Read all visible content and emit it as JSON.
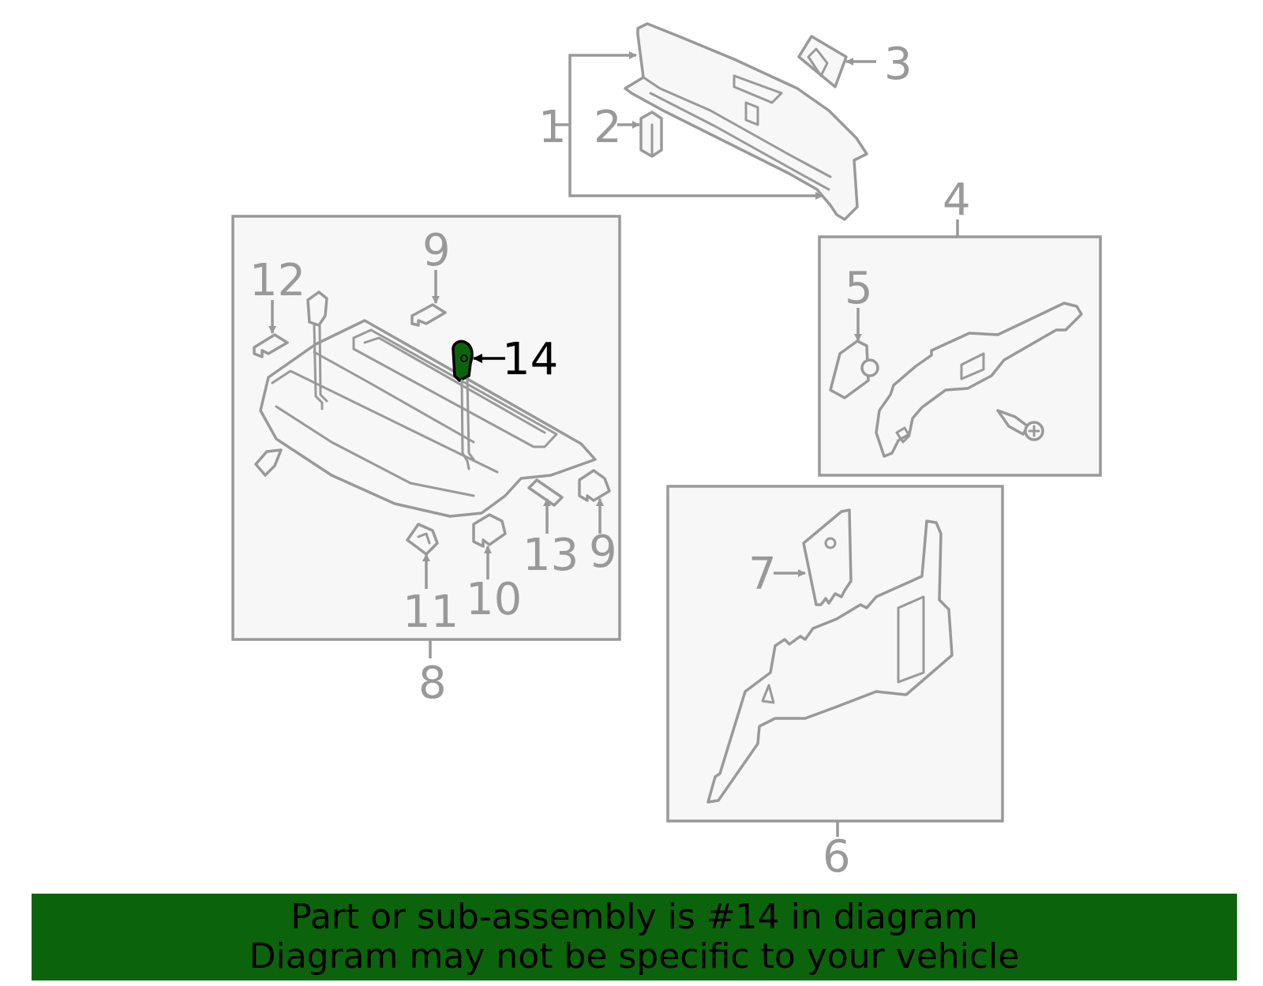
{
  "callouts": {
    "c1": "1",
    "c2": "2",
    "c3": "3",
    "c4": "4",
    "c5": "5",
    "c6": "6",
    "c7": "7",
    "c8": "8",
    "c9a": "9",
    "c9b": "9",
    "c10": "10",
    "c11": "11",
    "c12": "12",
    "c13": "13",
    "c14": "14"
  },
  "highlight_part": "14",
  "banner": {
    "line1": "Part or sub-assembly is #14 in diagram",
    "line2": "Diagram may not be specific to your vehicle"
  },
  "colors": {
    "line": "#999999",
    "box_fill": "#f7f7f7",
    "banner_bg": "#0b640b",
    "highlight_part_fill": "#0b640b",
    "highlight_text": "#000000"
  }
}
